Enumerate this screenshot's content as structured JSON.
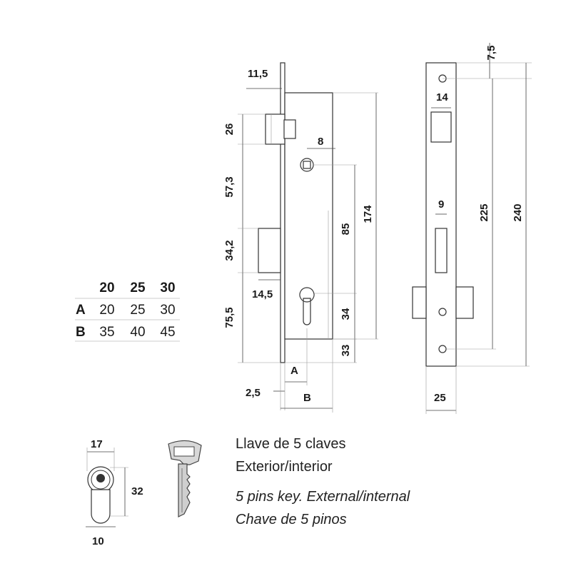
{
  "dimensions": {
    "faceplate_offset": "11,5",
    "top_hole_offset": "7,5",
    "bolt_window_width": "14",
    "latch_height": "26",
    "spindle_size": "8",
    "latch_to_spindle": "57,3",
    "center_distance": "85",
    "case_height": "174",
    "faceplate_height": "225",
    "total_height": "240",
    "bolt_height": "34,2",
    "bolt_window_small": "9",
    "bolt_throw": "14,5",
    "bottom_height": "75,5",
    "cylinder_offset": "34",
    "cylinder_bottom": "33",
    "label_a": "A",
    "label_b": "B",
    "faceplate_thickness": "2,5",
    "faceplate_width": "25",
    "cyl_width": "17",
    "cyl_height": "32",
    "cyl_bottom": "10"
  },
  "table": {
    "headers": [
      "20",
      "25",
      "30"
    ],
    "rows": [
      {
        "label": "A",
        "values": [
          "20",
          "25",
          "30"
        ]
      },
      {
        "label": "B",
        "values": [
          "35",
          "40",
          "45"
        ]
      }
    ]
  },
  "captions": {
    "line1": "Llave de 5 claves",
    "line2": "Exterior/interior",
    "line3": "5 pins key. External/internal",
    "line4": "Chave de 5 pinos"
  }
}
